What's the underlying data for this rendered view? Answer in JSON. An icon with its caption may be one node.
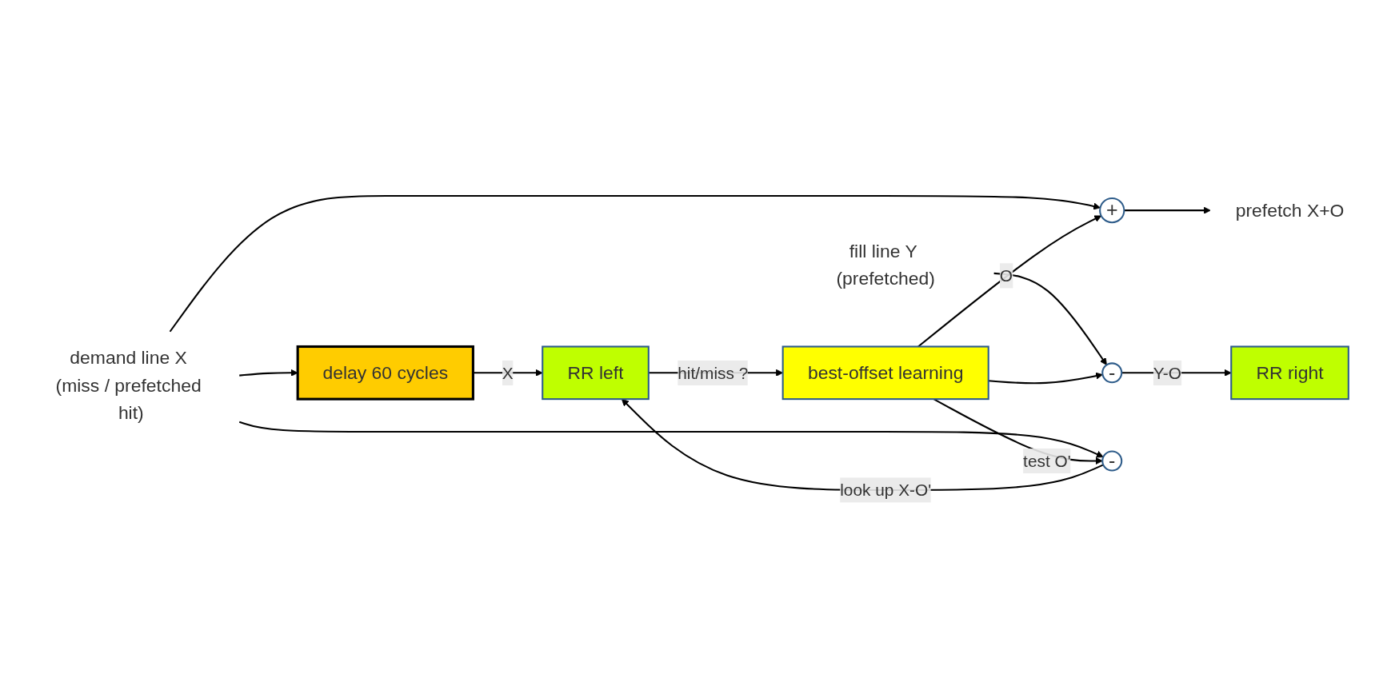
{
  "diagram": {
    "nodes": [
      {
        "text": [
          "demand line X (miss / prefetched hit)"
        ]
      },
      {
        "text": [
          "fill line Y (prefetched)"
        ]
      },
      {
        "text": [
          "delay 60 cycles"
        ]
      },
      {
        "text": [
          "-"
        ]
      },
      {
        "text": [
          "+"
        ]
      },
      {
        "text": [
          "best-offset learning"
        ]
      },
      {
        "text": [
          "-"
        ]
      },
      {
        "text": [
          "RR left"
        ]
      },
      {
        "text": [
          "RR right"
        ]
      },
      {
        "text": [
          "prefetch X+O"
        ]
      }
    ],
    "edges": [
      {
        "from": 0,
        "to": 2,
        "arrow": "to"
      },
      {
        "from": 0,
        "to": 6,
        "arrow": "to"
      },
      {
        "from": 0,
        "to": 4,
        "arrow": "to"
      },
      {
        "from": 2,
        "to": 7,
        "label": "X",
        "arrow": "to"
      },
      {
        "from": 1,
        "to": 3,
        "arrow": "to"
      },
      {
        "from": 3,
        "to": 8,
        "label": "Y-O",
        "arrow": "to"
      },
      {
        "from": 5,
        "to": 4,
        "label": "O",
        "arrow": "to"
      },
      {
        "from": 5,
        "to": 3,
        "arrow": "to"
      },
      {
        "from": 5,
        "to": 6,
        "label": "test O'",
        "arrow": "to"
      },
      {
        "from": 6,
        "to": 7,
        "label": "look up X-O'",
        "arrow": "to"
      },
      {
        "from": 7,
        "to": 5,
        "label": "hit/miss ?",
        "arrow": "to"
      },
      {
        "from": 4,
        "to": 9,
        "arrow": "to"
      }
    ]
  }
}
